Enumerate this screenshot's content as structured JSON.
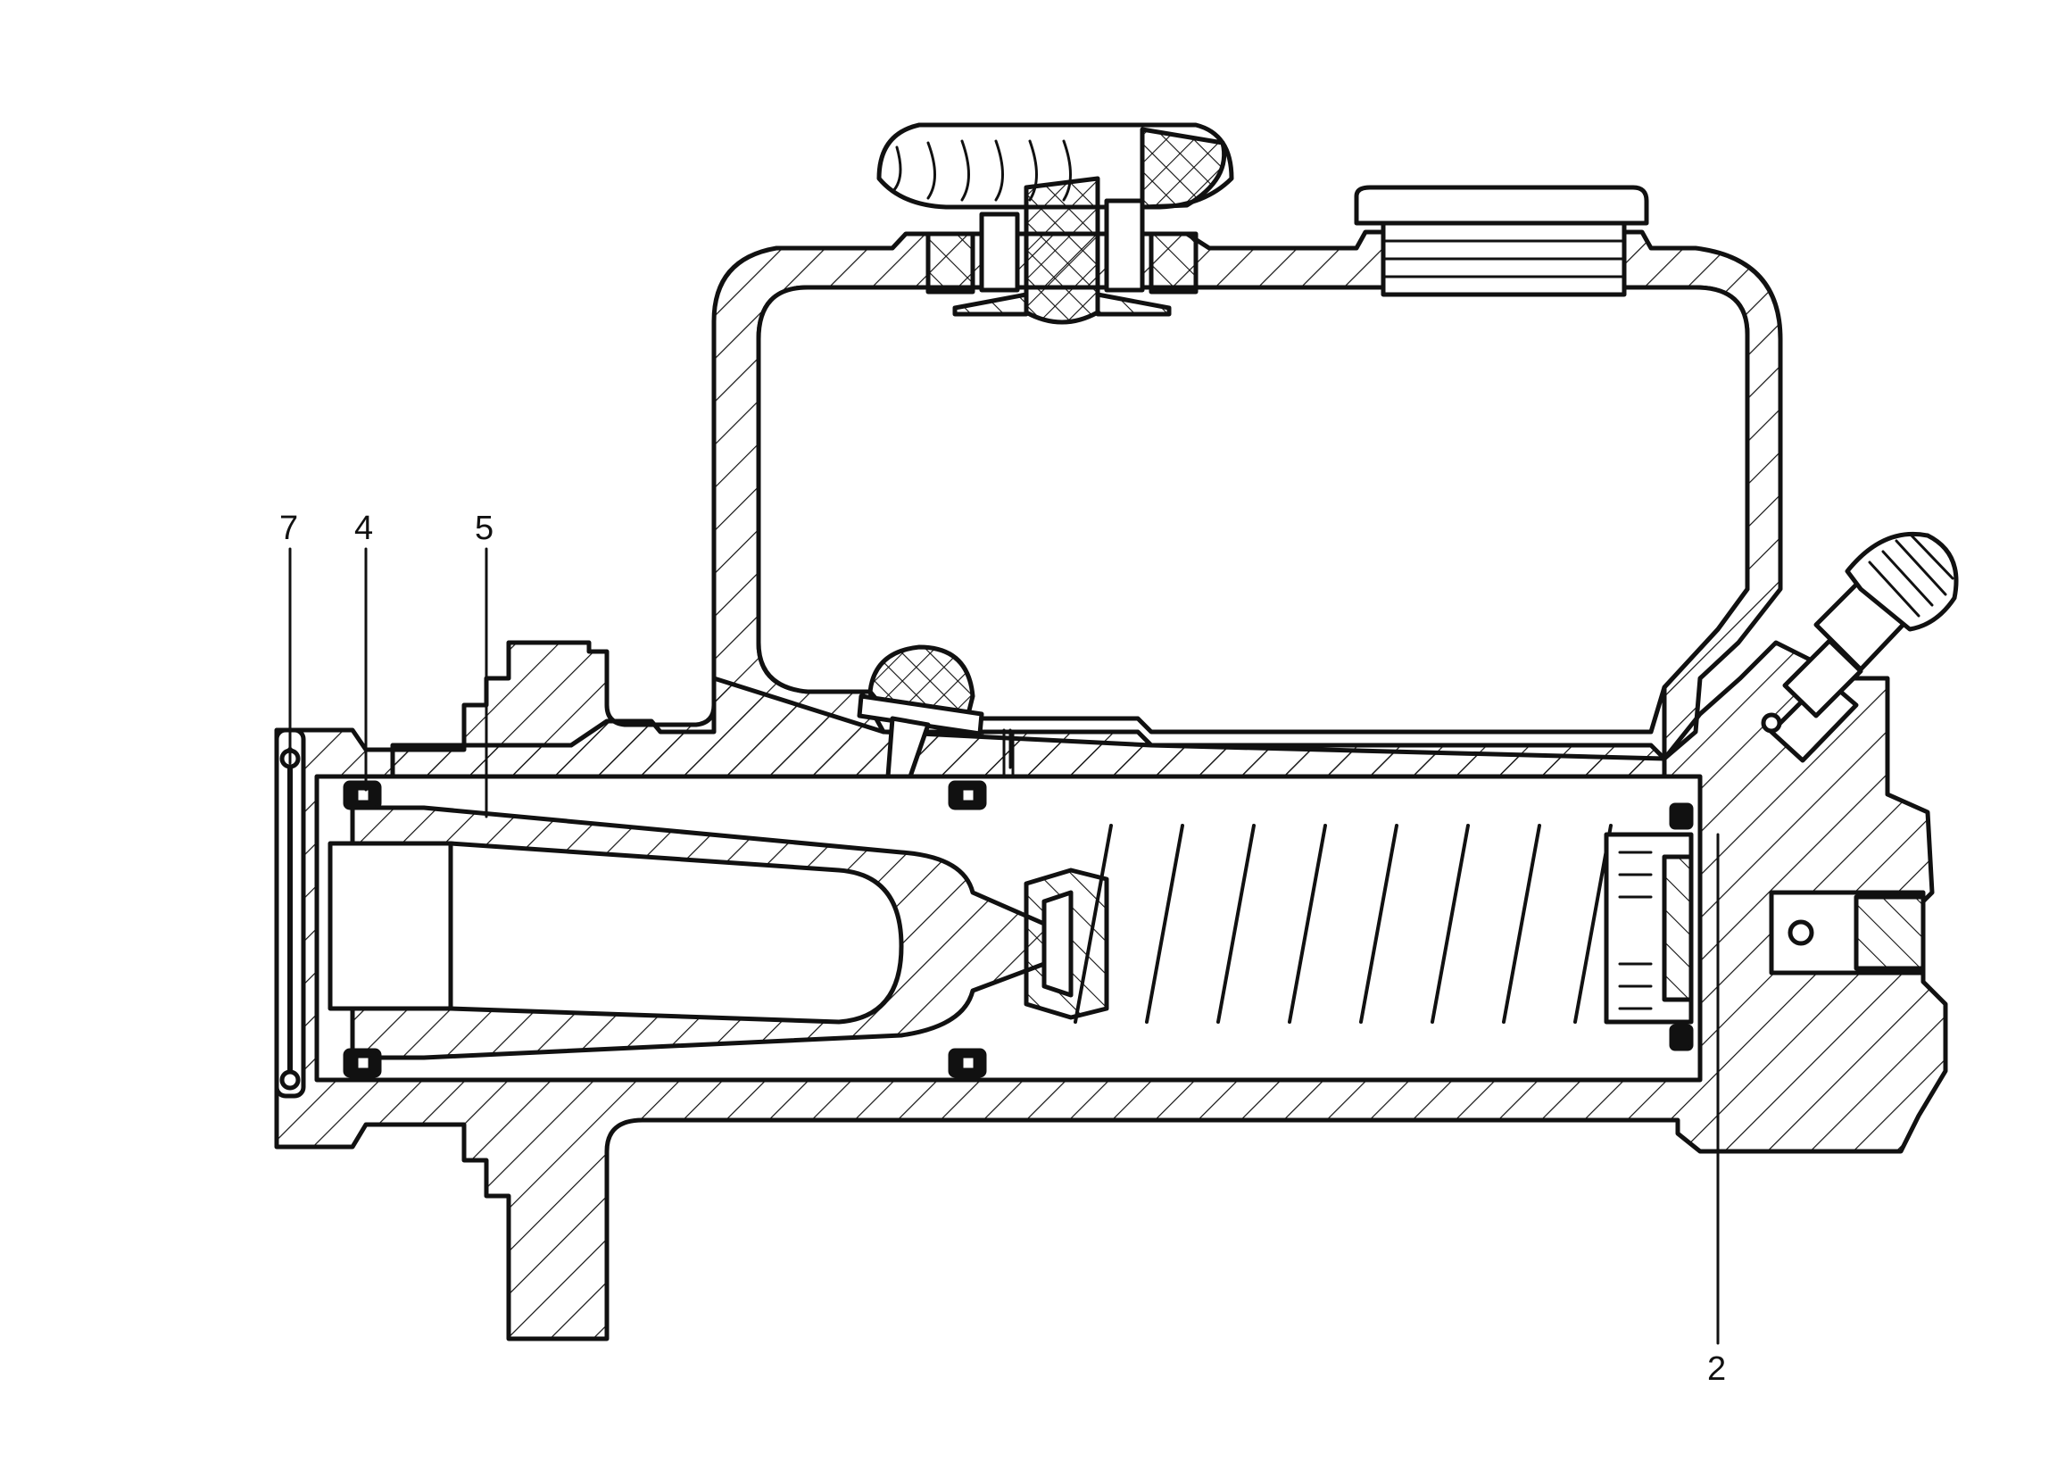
{
  "diagram": {
    "type": "cutaway-technical-drawing",
    "line_color": "#111111",
    "hatch_color": "#111111",
    "background": "#ffffff",
    "callouts": [
      {
        "id": "callout-7",
        "label": "7"
      },
      {
        "id": "callout-4",
        "label": "4"
      },
      {
        "id": "callout-5",
        "label": "5"
      },
      {
        "id": "callout-2",
        "label": "2"
      }
    ]
  }
}
